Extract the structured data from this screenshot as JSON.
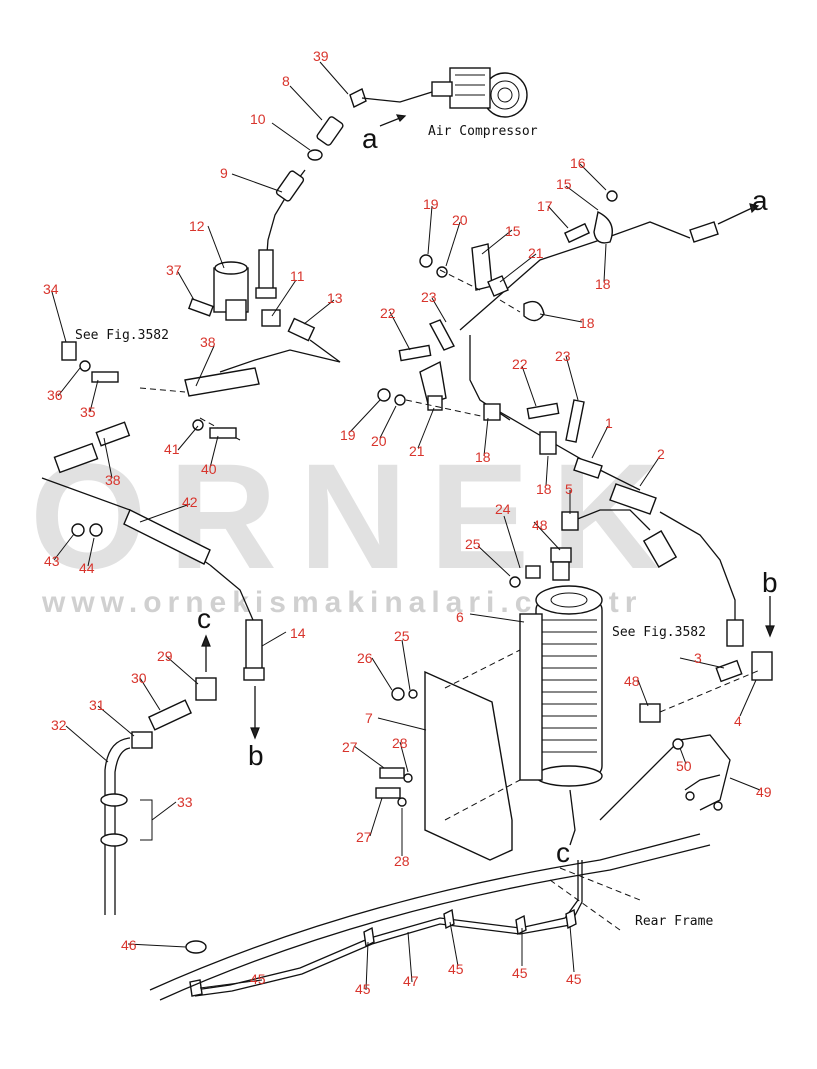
{
  "watermark": {
    "brand": "ORNEK",
    "url": "www.ornekismakinalari.com.tr"
  },
  "labels": {
    "air_compressor": "Air Compressor",
    "rear_frame": "Rear Frame",
    "see_fig_left": "See Fig.3582",
    "see_fig_right": "See Fig.3582"
  },
  "connectors": {
    "a_top": "a",
    "a_right": "a",
    "b_left": "b",
    "b_right": "b",
    "c_left": "c",
    "c_bottom": "c"
  },
  "part_numbers": {
    "p39": "39",
    "p8": "8",
    "p10": "10",
    "p9": "9",
    "p12": "12",
    "p37": "37",
    "p11": "11",
    "p13": "13",
    "p34": "34",
    "p38a": "38",
    "p36": "36",
    "p35": "35",
    "p41": "41",
    "p40": "40",
    "p38b": "38",
    "p42": "42",
    "p43": "43",
    "p44": "44",
    "p14": "14",
    "p29": "29",
    "p30": "30",
    "p31": "31",
    "p32": "32",
    "p33": "33",
    "p46": "46",
    "p45a": "45",
    "p16": "16",
    "p15a": "15",
    "p17": "17",
    "p18a": "18",
    "p19a": "19",
    "p20a": "20",
    "p15b": "15",
    "p21a": "21",
    "p18b": "18",
    "p22a": "22",
    "p23a": "23",
    "p19b": "19",
    "p20b": "20",
    "p21b": "21",
    "p18c": "18",
    "p22b": "22",
    "p23b": "23",
    "p1": "1",
    "p18d": "18",
    "p2": "2",
    "p5": "5",
    "p24": "24",
    "p48a": "48",
    "p25a": "25",
    "p6": "6",
    "p25b": "25",
    "p26": "26",
    "p7": "7",
    "p27a": "27",
    "p28a": "28",
    "p27b": "27",
    "p28b": "28",
    "p3": "3",
    "p4": "4",
    "p48b": "48",
    "p50": "50",
    "p49": "49",
    "p45b": "45",
    "p47": "47",
    "p45c": "45",
    "p45d": "45",
    "p45e": "45"
  }
}
